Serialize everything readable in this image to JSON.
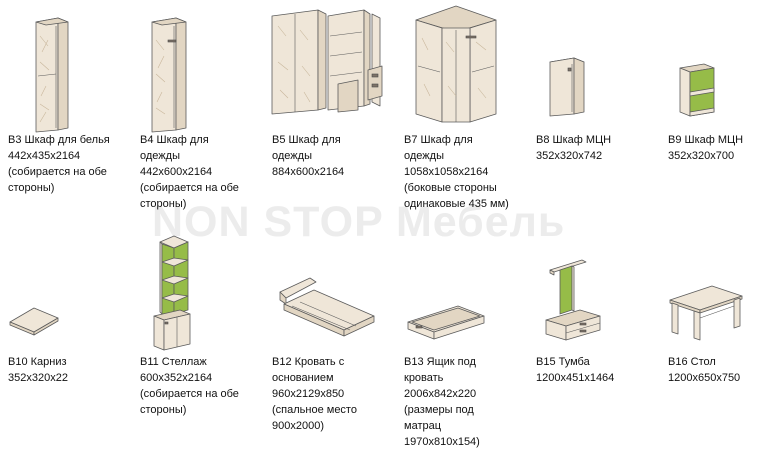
{
  "watermark": "NON STOP Мебель",
  "items": [
    {
      "code": "B3",
      "lines": [
        "B3 Шкаф для белья",
        "442x435x2164",
        "(собирается на обе",
        "стороны)"
      ]
    },
    {
      "code": "B4",
      "lines": [
        "B4 Шкаф для",
        "одежды",
        "442x600x2164",
        "(собирается на обе",
        "стороны)"
      ]
    },
    {
      "code": "B5",
      "lines": [
        "B5 Шкаф для",
        "одежды",
        "884x600x2164"
      ]
    },
    {
      "code": "B7",
      "lines": [
        "B7 Шкаф для",
        "одежды",
        "1058x1058x2164",
        "(боковые стороны",
        "одинаковые 435 мм)"
      ]
    },
    {
      "code": "B8",
      "lines": [
        "B8 Шкаф МЦН",
        "352x320x742"
      ]
    },
    {
      "code": "B9",
      "lines": [
        "B9 Шкаф МЦН",
        "352x320x700"
      ]
    },
    {
      "code": "B10",
      "lines": [
        "B10 Карниз",
        "352x320x22"
      ]
    },
    {
      "code": "B11",
      "lines": [
        "B11 Стеллаж",
        "600x352x2164",
        "(собирается на обе",
        "стороны)"
      ]
    },
    {
      "code": "B12",
      "lines": [
        "B12 Кровать с",
        "основанием",
        "960x2129x850",
        "(спальное место",
        "900x2000)"
      ]
    },
    {
      "code": "B13",
      "lines": [
        "B13 Ящик под",
        "кровать",
        "2006x842x220",
        "(размеры под",
        "матрац",
        "1970x810x154)"
      ]
    },
    {
      "code": "B15",
      "lines": [
        "B15 Тумба",
        "1200x451x1464"
      ]
    },
    {
      "code": "B16",
      "lines": [
        "B16 Стол",
        "1200x650x750"
      ]
    }
  ],
  "colors": {
    "panel": "#efe6d8",
    "panel_side": "#e2d6c3",
    "accent_green": "#96bc48",
    "outline": "#5b5b5b"
  }
}
